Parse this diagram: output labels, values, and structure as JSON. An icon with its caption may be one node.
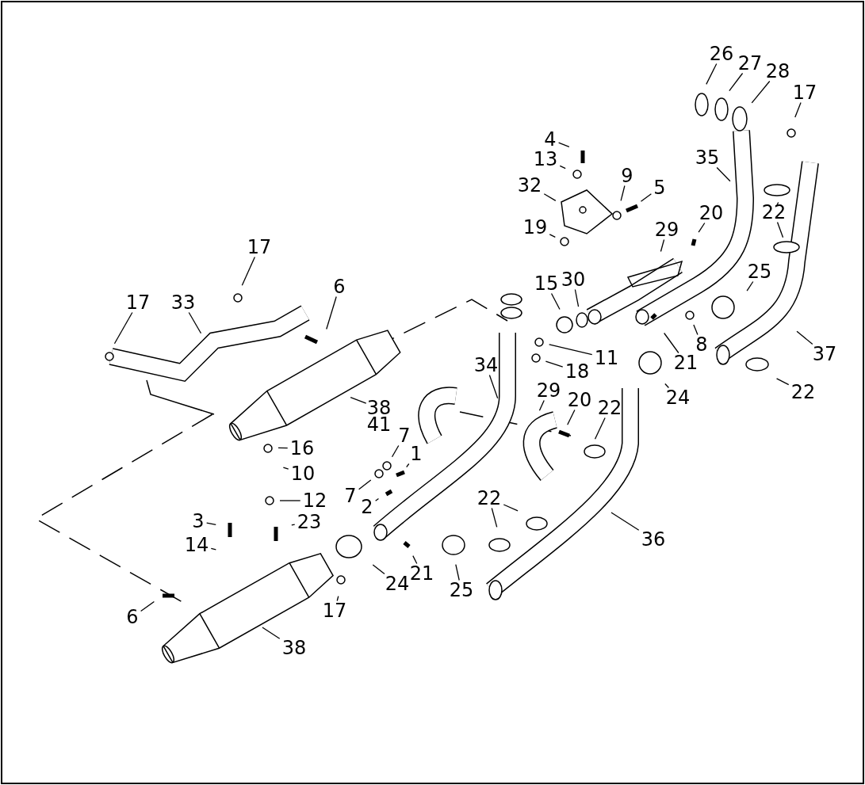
{
  "diagram": {
    "nodes": [
      {
        "text": [
          "26"
        ]
      },
      {
        "text": [
          "27"
        ]
      },
      {
        "text": [
          "28"
        ]
      },
      {
        "text": [
          "17"
        ]
      },
      {
        "text": [
          "4"
        ]
      },
      {
        "text": [
          "13"
        ]
      },
      {
        "text": [
          "35"
        ]
      },
      {
        "text": [
          "9"
        ]
      },
      {
        "text": [
          "32"
        ]
      },
      {
        "text": [
          "5"
        ]
      },
      {
        "text": [
          "20"
        ]
      },
      {
        "text": [
          "22"
        ]
      },
      {
        "text": [
          "19"
        ]
      },
      {
        "text": [
          "29"
        ]
      },
      {
        "text": [
          "17"
        ]
      },
      {
        "text": [
          "6"
        ]
      },
      {
        "text": [
          "17"
        ]
      },
      {
        "text": [
          "33"
        ]
      },
      {
        "text": [
          "15"
        ]
      },
      {
        "text": [
          "30"
        ]
      },
      {
        "text": [
          "25"
        ]
      },
      {
        "text": [
          "8"
        ]
      },
      {
        "text": [
          "11"
        ]
      },
      {
        "text": [
          "21"
        ]
      },
      {
        "text": [
          "37"
        ]
      },
      {
        "text": [
          "18"
        ]
      },
      {
        "text": [
          "34"
        ]
      },
      {
        "text": [
          "24"
        ]
      },
      {
        "text": [
          "22"
        ]
      },
      {
        "text": [
          "29"
        ]
      },
      {
        "text": [
          "20"
        ]
      },
      {
        "text": [
          "22"
        ]
      },
      {
        "text": [
          "38",
          "41"
        ]
      },
      {
        "text": [
          "7"
        ]
      },
      {
        "text": [
          "1"
        ]
      },
      {
        "text": [
          "16"
        ]
      },
      {
        "text": [
          "10"
        ]
      },
      {
        "text": [
          "7"
        ]
      },
      {
        "text": [
          "2"
        ]
      },
      {
        "text": [
          "22"
        ]
      },
      {
        "text": [
          "12"
        ]
      },
      {
        "text": [
          "3"
        ]
      },
      {
        "text": [
          "23"
        ]
      },
      {
        "text": [
          "14"
        ]
      },
      {
        "text": [
          "36"
        ]
      },
      {
        "text": [
          "24"
        ]
      },
      {
        "text": [
          "21"
        ]
      },
      {
        "text": [
          "25"
        ]
      },
      {
        "text": [
          "17"
        ]
      },
      {
        "text": [
          "6"
        ]
      },
      {
        "text": [
          "38"
        ]
      }
    ],
    "edges": [
      {
        "from": 0,
        "to": null,
        "arrow": "none"
      },
      {
        "from": 1,
        "to": null,
        "arrow": "none"
      },
      {
        "from": 2,
        "to": null,
        "arrow": "none"
      },
      {
        "from": 3,
        "to": null,
        "arrow": "none"
      },
      {
        "from": 4,
        "to": null,
        "arrow": "none"
      },
      {
        "from": 5,
        "to": null,
        "arrow": "none"
      },
      {
        "from": 6,
        "to": null,
        "arrow": "none"
      },
      {
        "from": 7,
        "to": null,
        "arrow": "none"
      },
      {
        "from": 8,
        "to": null,
        "arrow": "none"
      },
      {
        "from": 9,
        "to": null,
        "arrow": "none"
      },
      {
        "from": 10,
        "to": null,
        "arrow": "none"
      },
      {
        "from": 11,
        "to": null,
        "arrow": "none"
      },
      {
        "from": 11,
        "to": null,
        "arrow": "none"
      },
      {
        "from": 12,
        "to": null,
        "arrow": "none"
      },
      {
        "from": 13,
        "to": null,
        "arrow": "none"
      },
      {
        "from": 14,
        "to": null,
        "arrow": "none"
      },
      {
        "from": 15,
        "to": null,
        "arrow": "none"
      },
      {
        "from": 16,
        "to": null,
        "arrow": "none"
      },
      {
        "from": 17,
        "to": null,
        "arrow": "none"
      },
      {
        "from": 18,
        "to": null,
        "arrow": "none"
      },
      {
        "from": 19,
        "to": null,
        "arrow": "none"
      },
      {
        "from": 20,
        "to": null,
        "arrow": "none"
      },
      {
        "from": 21,
        "to": null,
        "arrow": "none"
      },
      {
        "from": 22,
        "to": null,
        "arrow": "none"
      },
      {
        "from": 23,
        "to": null,
        "arrow": "none"
      },
      {
        "from": 24,
        "to": null,
        "arrow": "none"
      },
      {
        "from": 25,
        "to": null,
        "arrow": "none"
      },
      {
        "from": 26,
        "to": null,
        "arrow": "none"
      },
      {
        "from": 27,
        "to": null,
        "arrow": "none"
      },
      {
        "from": 28,
        "to": null,
        "arrow": "none"
      },
      {
        "from": 29,
        "to": null,
        "arrow": "none"
      },
      {
        "from": 30,
        "to": null,
        "arrow": "none"
      },
      {
        "from": 31,
        "to": null,
        "arrow": "none"
      },
      {
        "from": 32,
        "to": null,
        "arrow": "none"
      },
      {
        "from": 33,
        "to": null,
        "arrow": "none"
      },
      {
        "from": 34,
        "to": null,
        "arrow": "none"
      },
      {
        "from": 35,
        "to": null,
        "arrow": "none"
      },
      {
        "from": 36,
        "to": null,
        "arrow": "none"
      },
      {
        "from": 37,
        "to": null,
        "arrow": "none"
      },
      {
        "from": 38,
        "to": null,
        "arrow": "none"
      },
      {
        "from": 39,
        "to": null,
        "arrow": "none"
      },
      {
        "from": 39,
        "to": null,
        "arrow": "none"
      },
      {
        "from": 40,
        "to": null,
        "arrow": "none"
      },
      {
        "from": 41,
        "to": null,
        "arrow": "none"
      },
      {
        "from": 42,
        "to": null,
        "arrow": "none"
      },
      {
        "from": 43,
        "to": null,
        "arrow": "none"
      },
      {
        "from": 44,
        "to": null,
        "arrow": "none"
      },
      {
        "from": 45,
        "to": null,
        "arrow": "none"
      },
      {
        "from": 46,
        "to": null,
        "arrow": "none"
      },
      {
        "from": 47,
        "to": null,
        "arrow": "none"
      },
      {
        "from": 48,
        "to": null,
        "arrow": "none"
      },
      {
        "from": 49,
        "to": null,
        "arrow": "none"
      },
      {
        "from": 50,
        "to": null,
        "arrow": "none"
      }
    ]
  }
}
